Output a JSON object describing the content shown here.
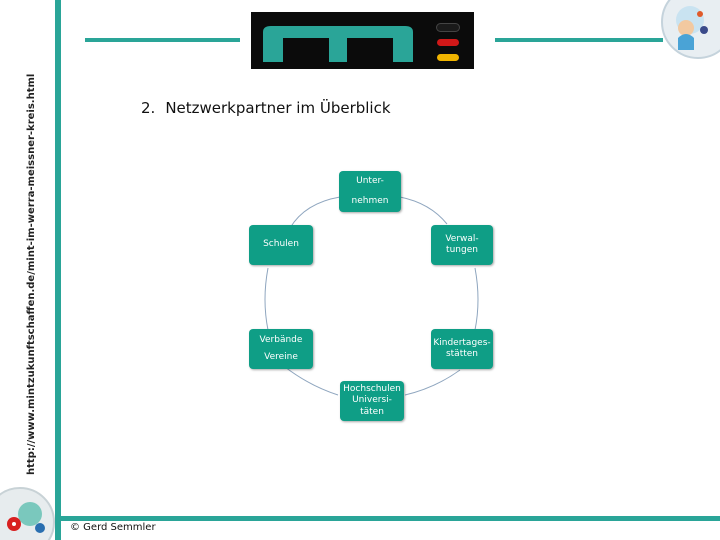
{
  "side_url": "http://www.mintzukunftschaffen.de/mint-im-werra-meissner-kreis.html",
  "title": {
    "number": "2.",
    "text": "Netzwerkpartner im Überblick"
  },
  "nodes": {
    "unternehmen": [
      "Unter-",
      "nehmen"
    ],
    "schulen": [
      "Schulen"
    ],
    "verwaltungen": [
      "Verwal-",
      "tungen"
    ],
    "verbaende": [
      "Verbände",
      "Vereine"
    ],
    "kitas": [
      "Kindertages-",
      "stätten"
    ],
    "hochschulen": [
      "Hochschulen",
      "Universi-",
      "täten"
    ]
  },
  "copyright": "© Gerd Semmler",
  "colors": {
    "accent": "#2aa598",
    "node_fill": "#0f9e86",
    "ring": "#8fa6bf",
    "logo_bg": "#0b0b0b",
    "logo_m": "#2aa598",
    "flag": [
      "#1a1a1a",
      "#d01818",
      "#f0b400"
    ]
  }
}
